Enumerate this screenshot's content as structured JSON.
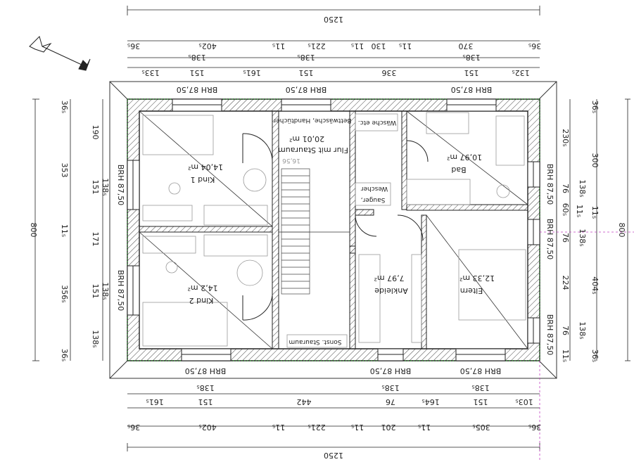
{
  "drawing": {
    "north_arrow_symbol": "north-arrow-icon",
    "dims_top": {
      "overall": "1250",
      "row2": [
        "36₅",
        "402₅",
        "11₅",
        "221₅",
        "11₅",
        "130",
        "11₅",
        "370",
        "36₅"
      ],
      "row3": [
        "138₅",
        "138₅",
        "138₅"
      ],
      "row4": [
        "133₅",
        "151",
        "161₅",
        "151",
        "336",
        "151",
        "132₅"
      ]
    },
    "dims_bottom": {
      "row1": [
        "161₅",
        "151",
        "442",
        "76",
        "164₅",
        "151",
        "103₅"
      ],
      "row1_upper": [
        "138₅",
        "138₅",
        "138₅"
      ],
      "row2": [
        "36₅",
        "402₅",
        "11₅",
        "221₅",
        "11₅",
        "201",
        "11₅",
        "305₅",
        "36₅"
      ],
      "overall": "1250"
    },
    "dims_left": {
      "overall": "800",
      "outer": [
        "36₅",
        "353",
        "11₅",
        "356₅",
        "36₅"
      ],
      "inner": [
        "190",
        "151",
        "171",
        "151",
        "138₅"
      ],
      "openings": [
        "138₅",
        "138₅"
      ]
    },
    "dims_right": {
      "overall": "800",
      "outer": [
        "36₅",
        "300",
        "11₅",
        "404₅",
        "36₅"
      ],
      "inner": [
        "230₅",
        "76",
        "60₅",
        "76",
        "224",
        "76",
        "11₅"
      ],
      "openings": [
        "138₅",
        "138₅",
        "138₅"
      ],
      "small": [
        "11₅"
      ]
    },
    "windows": {
      "top": [
        "BRH 87,50",
        "BRH 87,50",
        "BRH 87,50"
      ],
      "bottom": [
        "BRH 87,50",
        "BRH 87,50",
        "BRH 87,50"
      ],
      "left": [
        "BRH 87,50",
        "BRH 87,50"
      ],
      "right": [
        "BRH 87,50",
        "BRH 87,50",
        "BRH 87,50"
      ]
    },
    "rooms": {
      "kind1": {
        "name": "Kind 1",
        "area": "14,04 m²"
      },
      "kind2": {
        "name": "Kind 2",
        "area": "14,2 m²"
      },
      "flur": {
        "name": "Flur mit Stauraum",
        "area": "20,01 m²"
      },
      "bad": {
        "name": "Bad",
        "area": "10,97 m²"
      },
      "eltern": {
        "name": "Eltern",
        "area": "12,33 m²"
      },
      "ankleide": {
        "name": "Ankleide",
        "area": "7,97 m²"
      }
    },
    "labels": {
      "bettwaesche": "Bettwäsche, Handtücher",
      "waesche": "Wäsche etc.",
      "wescher": "Wescher",
      "sauger": "Sauger,",
      "sonst": "Sonst. Stauraum",
      "stair_note": "16,56"
    }
  }
}
